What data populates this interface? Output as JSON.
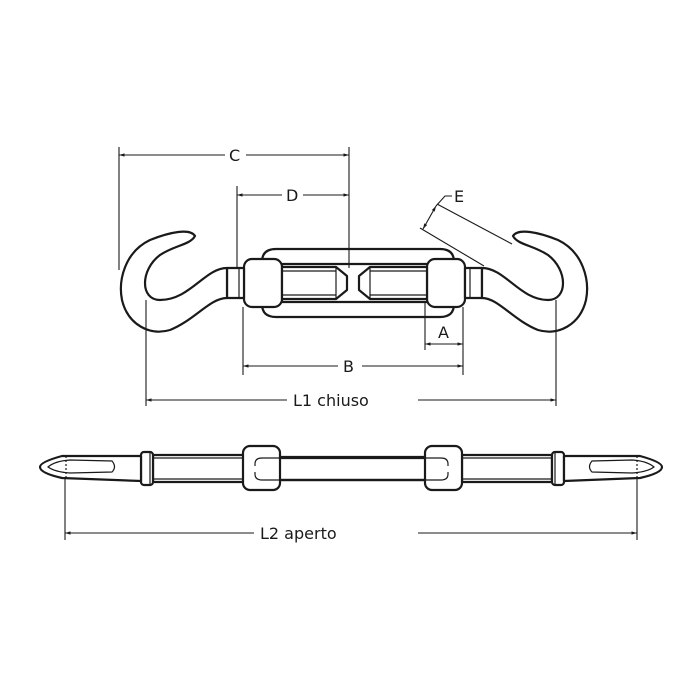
{
  "diagram": {
    "title": "Turnbuckle hook-hook dimension drawing",
    "colors": {
      "line": "#1a1a1a",
      "background": "#ffffff"
    },
    "top_view": {
      "name": "closed",
      "dimensions": {
        "A": "A",
        "B": "B",
        "C": "C",
        "D": "D",
        "E": "E",
        "L1": "L1 chiuso"
      }
    },
    "bottom_view": {
      "name": "open",
      "dimensions": {
        "L2": "L2 aperto"
      }
    }
  }
}
